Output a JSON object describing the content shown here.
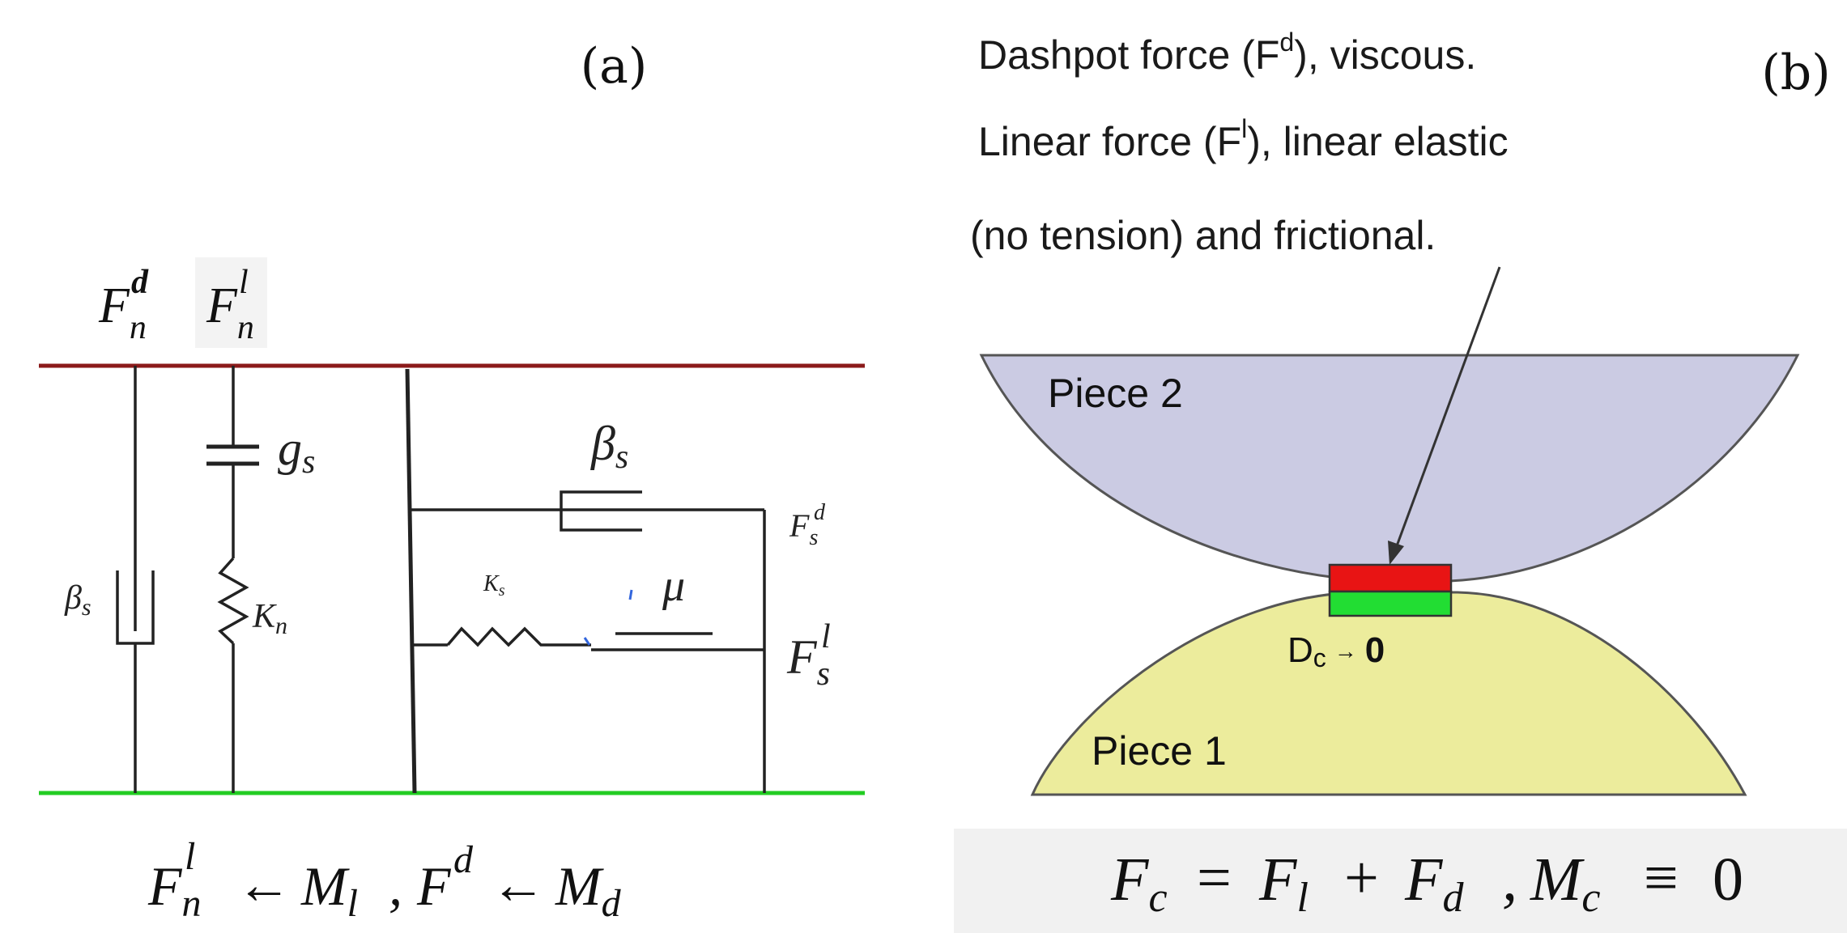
{
  "panel_a": {
    "label": "(a)",
    "top_labels": [
      {
        "base": "F",
        "sub": "n",
        "sup": "d"
      },
      {
        "base": "F",
        "sub": "n",
        "sup": "l"
      }
    ],
    "element_labels": {
      "gap": {
        "base": "g",
        "sub": "s"
      },
      "normal_damper": {
        "base": "β",
        "sub": "s"
      },
      "normal_spring": {
        "base": "K",
        "sub": "n"
      },
      "shear_damper": {
        "base": "β",
        "sub": "s"
      },
      "shear_spring": {
        "base": "K",
        "sub": "s"
      },
      "friction": "μ",
      "shear_force_d": {
        "base": "F",
        "sub": "s",
        "sup": "d"
      },
      "shear_force_l": {
        "base": "F",
        "sub": "s",
        "sup": "l"
      }
    },
    "equation": {
      "t1": {
        "base": "F",
        "sub": "n",
        "sup": "l"
      },
      "arrow": "←",
      "t2": {
        "base": "M",
        "sub": "l"
      },
      "comma": ",",
      "t3": {
        "base": "F",
        "sup": "d"
      },
      "t4": {
        "base": "M",
        "sub": "d"
      }
    },
    "colors": {
      "top_line": "#8b1a1a",
      "bottom_line": "#22cc22",
      "wire": "#222222"
    }
  },
  "panel_b": {
    "label": "(b)",
    "description_lines": [
      {
        "pre": "Dashpot force (F",
        "sup": "d",
        "post": "), viscous."
      },
      {
        "pre": "Linear force (F",
        "sup": "l",
        "post": "), linear elastic"
      },
      {
        "pre": "(no tension) and frictional.",
        "sup": "",
        "post": ""
      }
    ],
    "piece_2": "Piece 2",
    "piece_1": "Piece 1",
    "contact": {
      "pre": "D",
      "sub": "c",
      "arrow": "→",
      "post": "0"
    },
    "equation": {
      "t1": {
        "base": "F",
        "sub": "c"
      },
      "eq": "=",
      "t2": {
        "base": "F",
        "sub": "l"
      },
      "plus": "+",
      "t3": {
        "base": "F",
        "sub": "d"
      },
      "comma": ",",
      "t4": {
        "base": "M",
        "sub": "c"
      },
      "equiv": "≡",
      "zero": "0"
    },
    "colors": {
      "piece_2": "#cbcbe3",
      "piece_1": "#ecec9c",
      "contact_top": "#e81414",
      "contact_bottom": "#22dd33",
      "eq_bg": "#f1f1f1"
    }
  }
}
